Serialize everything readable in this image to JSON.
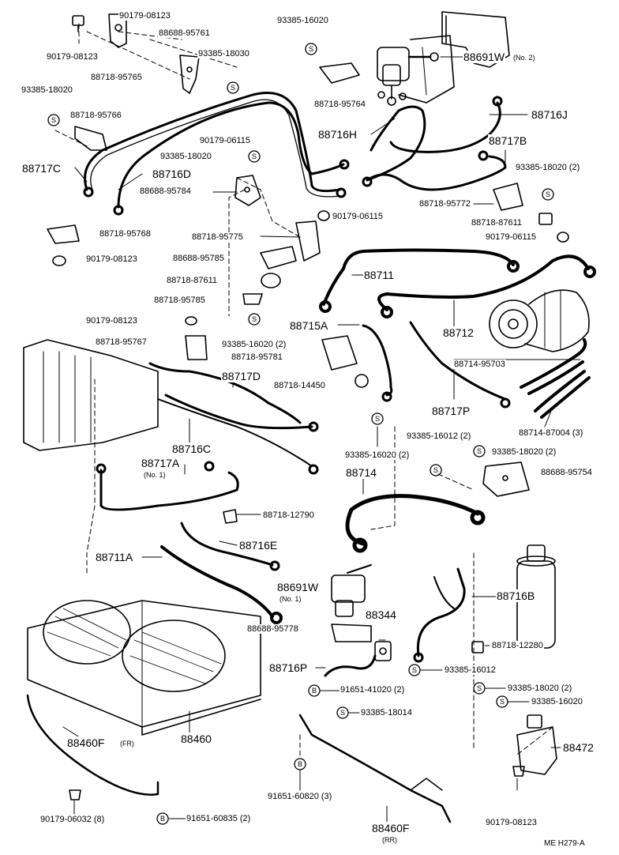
{
  "labels": {
    "p90179_08123_top": "90179-08123",
    "p90179_08123_left": "90179-08123",
    "p88688_95761": "88688-95761",
    "p93385_18030": "93385-18030",
    "p88718_95765": "88718-95765",
    "p93385_18020_a": "93385-18020",
    "p88718_95766": "88718-95766",
    "p88717C": "88717C",
    "p88716D": "88716D",
    "p90179_06115_a": "90179-06115",
    "p93385_18020_b": "93385-18020",
    "p88688_95784": "88688-95784",
    "p93385_16020_top": "93385-16020",
    "p88718_95764": "88718-95764",
    "p88691W_2": "88691W",
    "p88691W_2_sub": "(No. 2)",
    "p88716H": "88716H",
    "p88716J": "88716J",
    "p88717B": "88717B",
    "p93385_18020_2a": "93385-18020 (2)",
    "p88718_95772": "88718-95772",
    "p88718_87611_a": "88718-87611",
    "p90179_06115_b": "90179-06115",
    "p90179_06115_c": "90179-06115",
    "p88718_95768": "88718-95768",
    "p88718_95775": "88718-95775",
    "p90179_08123_b": "90179-08123",
    "p88688_95785": "88688-95785",
    "p88711": "88711",
    "p88718_87611_b": "88718-87611",
    "p88718_95785": "88718-95785",
    "p88712": "88712",
    "p90179_08123_c": "90179-08123",
    "p88715A": "88715A",
    "p88718_95767": "88718-95767",
    "p93385_16020_2a": "93385-16020 (2)",
    "p88718_95781": "88718-95781",
    "p88714_95703": "88714-95703",
    "p88717D": "88717D",
    "p88718_14450": "88718-14450",
    "p88717P": "88717P",
    "p88714_87004": "88714-87004 (3)",
    "p88716C": "88716C",
    "p93385_16020_2b": "93385-16020 (2)",
    "p93385_16012_2": "93385-16012 (2)",
    "p93385_18020_2b": "93385-18020 (2)",
    "p88717A": "88717A",
    "p88717A_sub": "(No. 1)",
    "p88714": "88714",
    "p88688_95754": "88688-95754",
    "p88718_12790": "88718-12790",
    "p88716E": "88716E",
    "p88711A": "88711A",
    "p88691W_1": "88691W",
    "p88691W_1_sub": "(No. 1)",
    "p88716B": "88716B",
    "p88344": "88344",
    "p88688_95778": "88688-95778",
    "p88718_12280": "88718-12280",
    "p88716P": "88716P",
    "p93385_16012": "93385-16012",
    "p91651_41020": "91651-41020 (2)",
    "p93385_18020_2c": "93385-18020 (2)",
    "p93385_16020_b": "93385-16020",
    "p93385_18014": "93385-18014",
    "p88460F_fr": "88460F",
    "p88460F_fr_sub": "(FR)",
    "p88460": "88460",
    "p88472": "88472",
    "p91651_60820": "91651-60820 (3)",
    "p90179_06032": "90179-06032 (8)",
    "p91651_60835": "91651-60835 (2)",
    "p88460F_rr": "88460F",
    "p88460F_rr_sub": "(RR)",
    "p90179_08123_d": "90179-08123",
    "footer": "ME  H279-A"
  },
  "symbols": {
    "s": "S",
    "b": "B"
  }
}
